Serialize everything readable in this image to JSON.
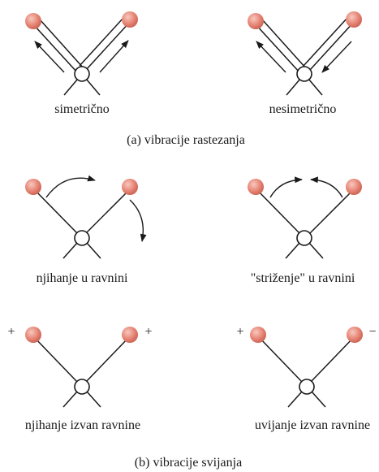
{
  "panel_a": {
    "left_label": "simetrično",
    "right_label": "nesimetrično",
    "caption": "(a) vibracije rastezanja"
  },
  "panel_b": {
    "top_left_label": "njihanje u ravnini",
    "top_right_label": "\"striženje\" u ravnini",
    "bottom_left_label": "njihanje izvan ravnine",
    "bottom_right_label": "uvijanje izvan ravnine",
    "caption": "(b) vibracije svijanja",
    "signs": {
      "bl_left": "+",
      "bl_right": "+",
      "br_left": "+",
      "br_right": "−"
    }
  },
  "colors": {
    "atom": "#e8897a",
    "atom_highlight": "#f7c9bf",
    "line": "#1a1a1a"
  }
}
